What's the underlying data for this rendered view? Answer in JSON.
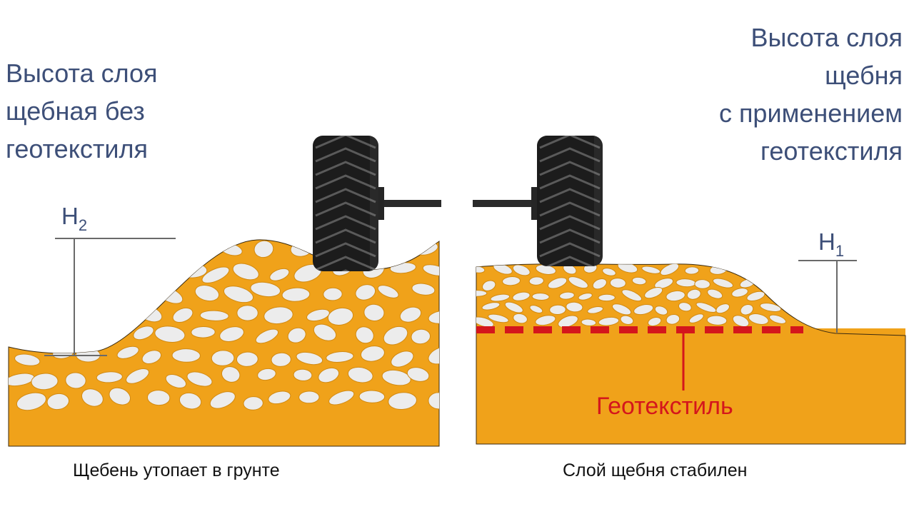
{
  "left_panel": {
    "title_lines": [
      "Высота слоя",
      "щебная без",
      "геотекстиля"
    ],
    "height_label": "H",
    "height_label_sub": "2",
    "caption": "Щебень утопает в грунте"
  },
  "right_panel": {
    "title_lines": [
      "Высота слоя",
      "щебня",
      "с применением",
      "геотекстиля"
    ],
    "height_label": "H",
    "height_label_sub": "1",
    "geotextile_label": "Геотекстиль",
    "caption": "Слой щебня стабилен"
  },
  "colors": {
    "soil": "#f0a21a",
    "stone": "#ececec",
    "stone_outline": "#d28a12",
    "geotextile": "#d4161c",
    "label_blue": "#3d4f78",
    "tire": "#1c1c1c"
  }
}
